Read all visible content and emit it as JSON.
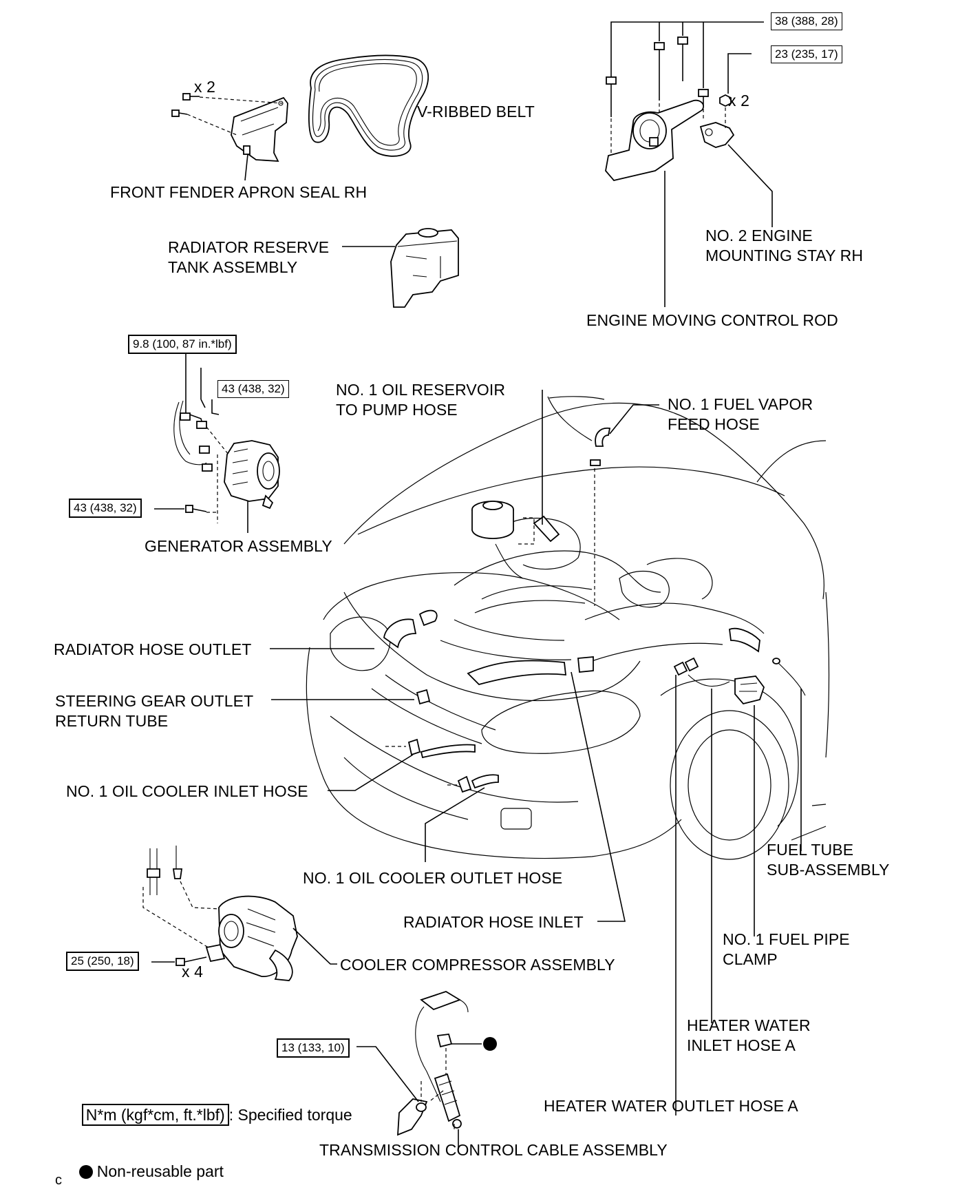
{
  "labels": {
    "v_ribbed_belt": "V-RIBBED BELT",
    "front_fender_apron_seal": "FRONT FENDER APRON SEAL RH",
    "radiator_reserve_tank": "RADIATOR RESERVE\nTANK ASSEMBLY",
    "no2_engine_mounting_stay": "NO. 2 ENGINE\nMOUNTING STAY RH",
    "engine_moving_control_rod": "ENGINE MOVING CONTROL ROD",
    "no1_oil_reservoir_hose": "NO. 1 OIL RESERVOIR\nTO PUMP HOSE",
    "no1_fuel_vapor_feed_hose": "NO. 1 FUEL VAPOR\nFEED HOSE",
    "generator_assembly": "GENERATOR ASSEMBLY",
    "radiator_hose_outlet": "RADIATOR HOSE OUTLET",
    "steering_gear_outlet_return_tube": "STEERING GEAR OUTLET\nRETURN TUBE",
    "no1_oil_cooler_inlet_hose": "NO. 1 OIL COOLER INLET HOSE",
    "no1_oil_cooler_outlet_hose": "NO. 1 OIL COOLER OUTLET HOSE",
    "radiator_hose_inlet": "RADIATOR HOSE INLET",
    "cooler_compressor_assembly": "COOLER COMPRESSOR ASSEMBLY",
    "fuel_tube_sub_assembly": "FUEL TUBE\nSUB-ASSEMBLY",
    "no1_fuel_pipe_clamp": "NO. 1 FUEL PIPE\nCLAMP",
    "heater_water_inlet_hose_a": "HEATER WATER\nINLET HOSE A",
    "heater_water_outlet_hose_a": "HEATER WATER OUTLET HOSE A",
    "transmission_control_cable": "TRANSMISSION CONTROL CABLE ASSEMBLY"
  },
  "torques": {
    "t38": "38 (388, 28)",
    "t23": "23 (235, 17)",
    "t9_8": "9.8 (100, 87 in.*lbf)",
    "t43_a": "43 (438, 32)",
    "t43_b": "43 (438, 32)",
    "t25": "25 (250, 18)",
    "t13": "13 (133, 10)"
  },
  "quantities": {
    "apron_bolts": "x 2",
    "stay_nuts": "x 2",
    "compressor_bolts": "x 4"
  },
  "legend": {
    "torque_unit": "N*m (kgf*cm, ft.*lbf)",
    "torque_text": ": Specified torque",
    "nonreusable_text": "Non-reusable part"
  },
  "corner_mark": "c"
}
